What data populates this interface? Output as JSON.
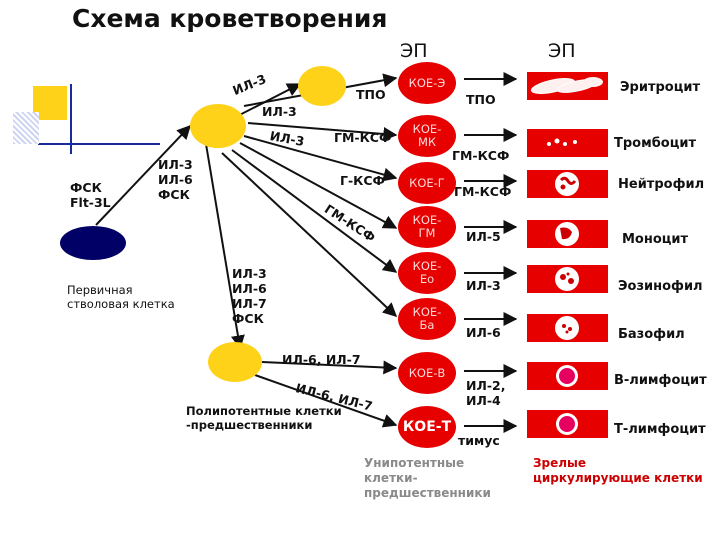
{
  "title": "Схема кроветворения",
  "header": {
    "ep_left": "ЭП",
    "ep_right": "ЭП"
  },
  "left": {
    "fsk_label": "ФСК\nFlt-3L",
    "il_stack_1": "ИЛ-3\nИЛ-6\nФСК",
    "primary_stem_cell": "Первичная\nстволовая клетка",
    "il_stack_2": "ИЛ-3\nИЛ-6\nИЛ-7\nФСК",
    "polypotent_label": "Полипотентные клетки\n-предшественники"
  },
  "arrow_labels": {
    "il3_diag": "ИЛ-3",
    "il3": "ИЛ-3",
    "il3_b": "ИЛ-3",
    "tpo_1": "ТПО",
    "gm_ksf_1": "ГМ-КСФ",
    "g_ksf": "Г-КСФ",
    "gm_ksf_diag": "ГМ-КСФ",
    "il6_il7": "ИЛ-6, ИЛ-7",
    "il6_il7_diag": "ИЛ-6, ИЛ-7"
  },
  "colony_nodes": [
    "КОЕ-Э",
    "КОЕ-\nМК",
    "КОЕ-Г",
    "КОЕ-\nГМ",
    "КОЕ-\nЕо",
    "КОЕ-\nБа",
    "КОЕ-В",
    "КОЕ-Т"
  ],
  "factors": [
    "ТПО",
    "ГМ-КСФ",
    "ГМ-КСФ",
    "ИЛ-5",
    "ИЛ-3",
    "ИЛ-6",
    "ИЛ-2,\nИЛ-4",
    "тимус"
  ],
  "mature_cells": [
    "Эритроцит",
    "Тромбоцит",
    "Нейтрофил",
    "Моноцит",
    "Эозинофил",
    "Базофил",
    "В-лимфоцит",
    "Т-лимфоцит"
  ],
  "cell_icons": [
    "erythrocyte-icon",
    "platelet-icon",
    "neutrophil-icon",
    "monocyte-icon",
    "eosinophil-icon",
    "basophil-icon",
    "b-lymphocyte-icon",
    "t-lymphocyte-icon"
  ],
  "footer": {
    "unipotent": "Унипотентные\nклетки-\nпредшественники",
    "mature": "Зрелые\nциркулирующие клетки"
  },
  "colors": {
    "node_red": "#e60000",
    "stem_yellow": "#ffd21a",
    "stem_dark": "#000066",
    "deco_yellow": "#ffd21a",
    "deco_blue": "#1a2b99",
    "caption_gray": "#8a8a8a",
    "caption_red": "#cc0000"
  }
}
